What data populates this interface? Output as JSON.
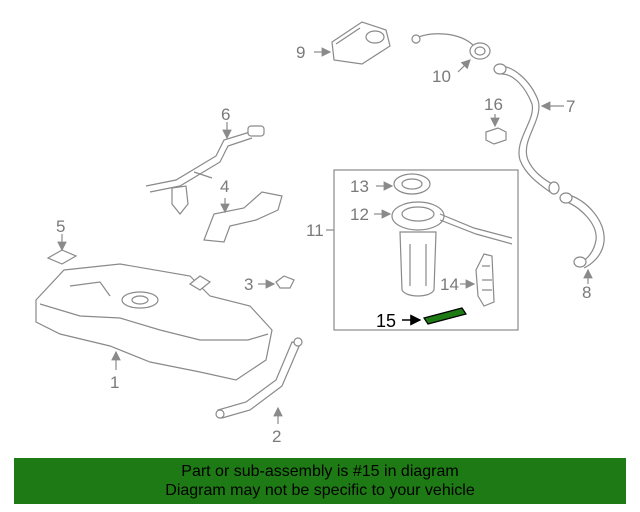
{
  "labels": {
    "p1": "1",
    "p2": "2",
    "p3": "3",
    "p4": "4",
    "p5": "5",
    "p6": "6",
    "p7": "7",
    "p8": "8",
    "p9": "9",
    "p10": "10",
    "p11": "11",
    "p12": "12",
    "p13": "13",
    "p14": "14",
    "p15": "15",
    "p16": "16"
  },
  "highlight": {
    "part": "15",
    "color": "#1e7a14"
  },
  "banner": {
    "line1": "Part or sub-assembly is #15 in diagram",
    "line2": "Diagram may not be specific to your vehicle",
    "color": "#1e7a14"
  }
}
